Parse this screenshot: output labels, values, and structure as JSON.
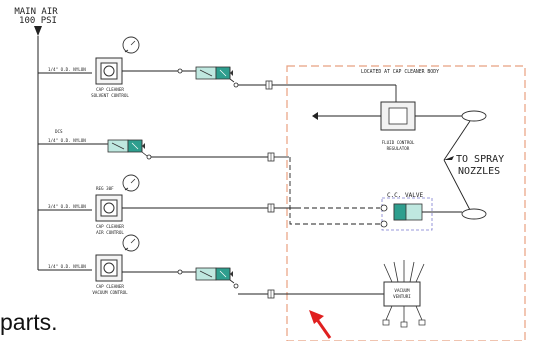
{
  "header": {
    "main_air_line1": "MAIN AIR",
    "main_air_line2": "100 PSI"
  },
  "enclosure": {
    "title": "LOCATED AT CAP CLEANER BODY"
  },
  "branches": [
    {
      "line_label_top": "",
      "line_label": "1/4\" O.D. NYLON",
      "component_label_1": "CAP CLEANER",
      "component_label_2": "SOLVENT CONTROL"
    },
    {
      "line_label_top": "DCS",
      "line_label": "1/4\" O.D. NYLON",
      "component_label_1": "",
      "component_label_2": ""
    },
    {
      "line_label_top": "",
      "line_label": "3/4\" O.D. NYLON",
      "component_label_1": "CAP CLEANER",
      "component_label_2": "AIR CONTROL",
      "tag": "REG 30F"
    },
    {
      "line_label_top": "",
      "line_label": "1/4\" O.D. NYLON",
      "component_label_1": "CAP CLEANER",
      "component_label_2": "VACUUM CONTROL"
    }
  ],
  "fluid_regulator": {
    "label_1": "FLUID CONTROL",
    "label_2": "REGULATOR"
  },
  "spray": {
    "label_1": "TO SPRAY",
    "label_2": "NOZZLES"
  },
  "cc_valve": {
    "label": "C.C. VALVE"
  },
  "vacuum_venturi": {
    "label_1": "VACUUM",
    "label_2": "VENTURI"
  },
  "caption": {
    "text": "parts."
  },
  "colors": {
    "enclosure_border": "#e8a080",
    "arrow": "#e02020",
    "valve_fill": "#2e9e8e",
    "line": "#222222"
  }
}
